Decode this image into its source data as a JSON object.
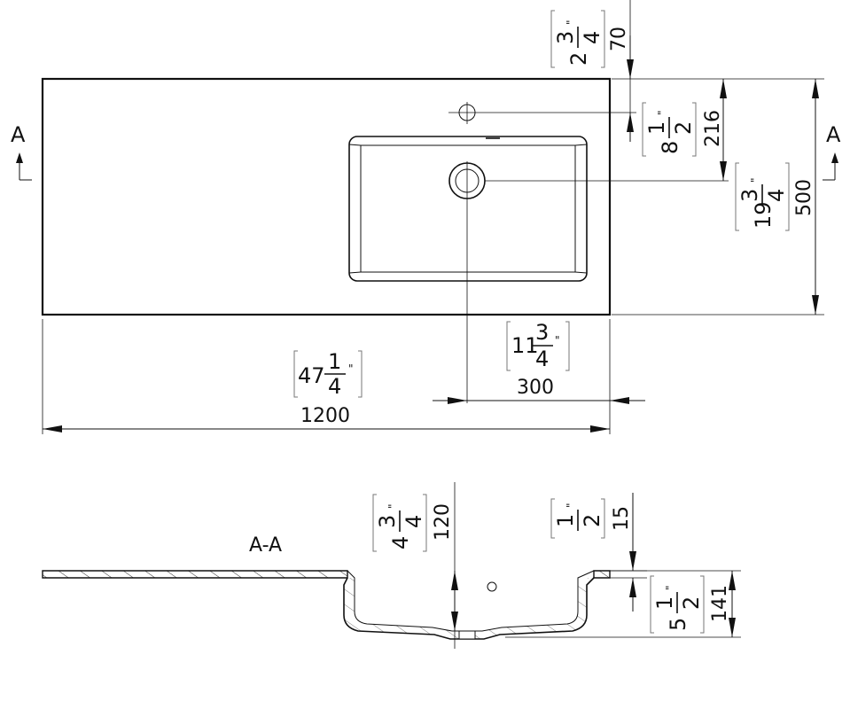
{
  "section_marker": "A",
  "section_title": "A-A",
  "inch_mark": "\"",
  "dimensions": {
    "width_total": {
      "mm": "1200",
      "inch_whole": "47",
      "inch_num": "1",
      "inch_den": "4"
    },
    "drain_offset": {
      "mm": "300",
      "inch_whole": "11",
      "inch_num": "3",
      "inch_den": "4"
    },
    "depth_total": {
      "mm": "500",
      "inch_whole": "19",
      "inch_num": "3",
      "inch_den": "4"
    },
    "drain_from_back": {
      "mm": "216",
      "inch_whole": "8",
      "inch_num": "1",
      "inch_den": "2"
    },
    "tap_hole_from_back": {
      "mm": "70",
      "inch_whole": "2",
      "inch_num": "3",
      "inch_den": "4"
    },
    "bowl_depth": {
      "mm": "120",
      "inch_whole": "4",
      "inch_num": "3",
      "inch_den": "4"
    },
    "top_thickness": {
      "mm": "15",
      "inch_whole": "",
      "inch_num": "1",
      "inch_den": "2"
    },
    "total_height": {
      "mm": "141",
      "inch_whole": "5",
      "inch_num": "1",
      "inch_den": "2"
    }
  }
}
